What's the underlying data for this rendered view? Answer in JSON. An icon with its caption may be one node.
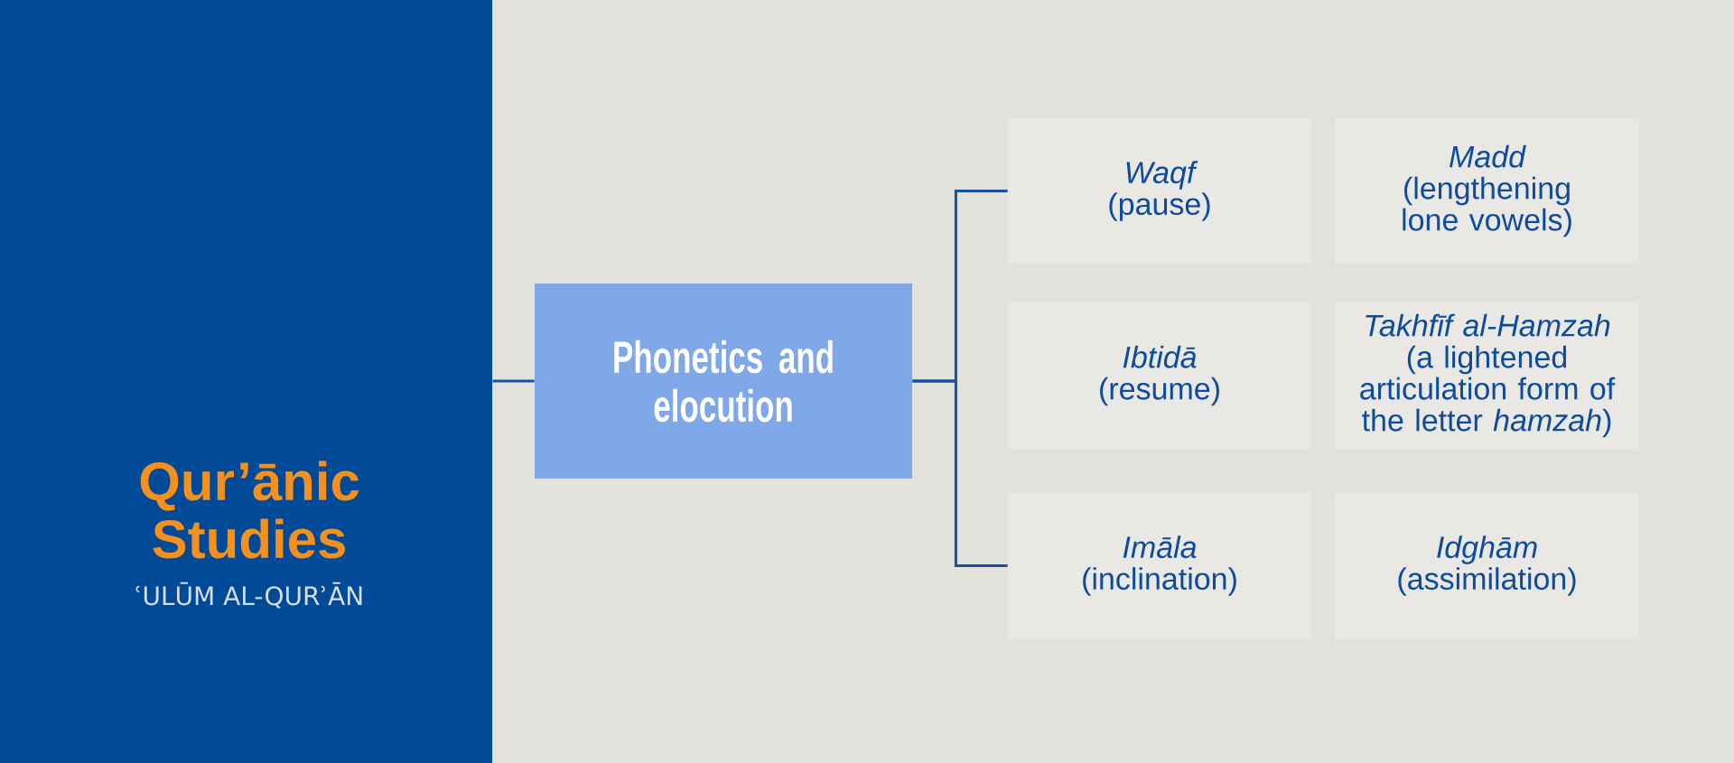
{
  "diagram": {
    "nodes": [
      {
        "text": [
          "Qur’ānic Studies",
          "ʿULŪM AL-QURʾĀN"
        ]
      },
      {
        "text": [
          "Phonetics and elocution"
        ]
      },
      {
        "text": [
          "Waqf",
          "(pause)"
        ]
      },
      {
        "text": [
          "Madd",
          "(lengthening lone vowels)"
        ]
      },
      {
        "text": [
          "Ibtidā",
          "(resume)"
        ]
      },
      {
        "text": [
          "Takhfīf al-Hamzah",
          "(a lightened articulation form of the letter *hamzah*)"
        ]
      },
      {
        "text": [
          "Imāla",
          "(inclination)"
        ]
      },
      {
        "text": [
          "Idghām",
          "(assimilation)"
        ]
      }
    ],
    "edges": [
      {
        "from": 0,
        "to": 1,
        "arrow": "none"
      },
      {
        "from": 1,
        "to": 2,
        "arrow": "none"
      },
      {
        "from": 1,
        "to": 6,
        "arrow": "none"
      }
    ]
  }
}
